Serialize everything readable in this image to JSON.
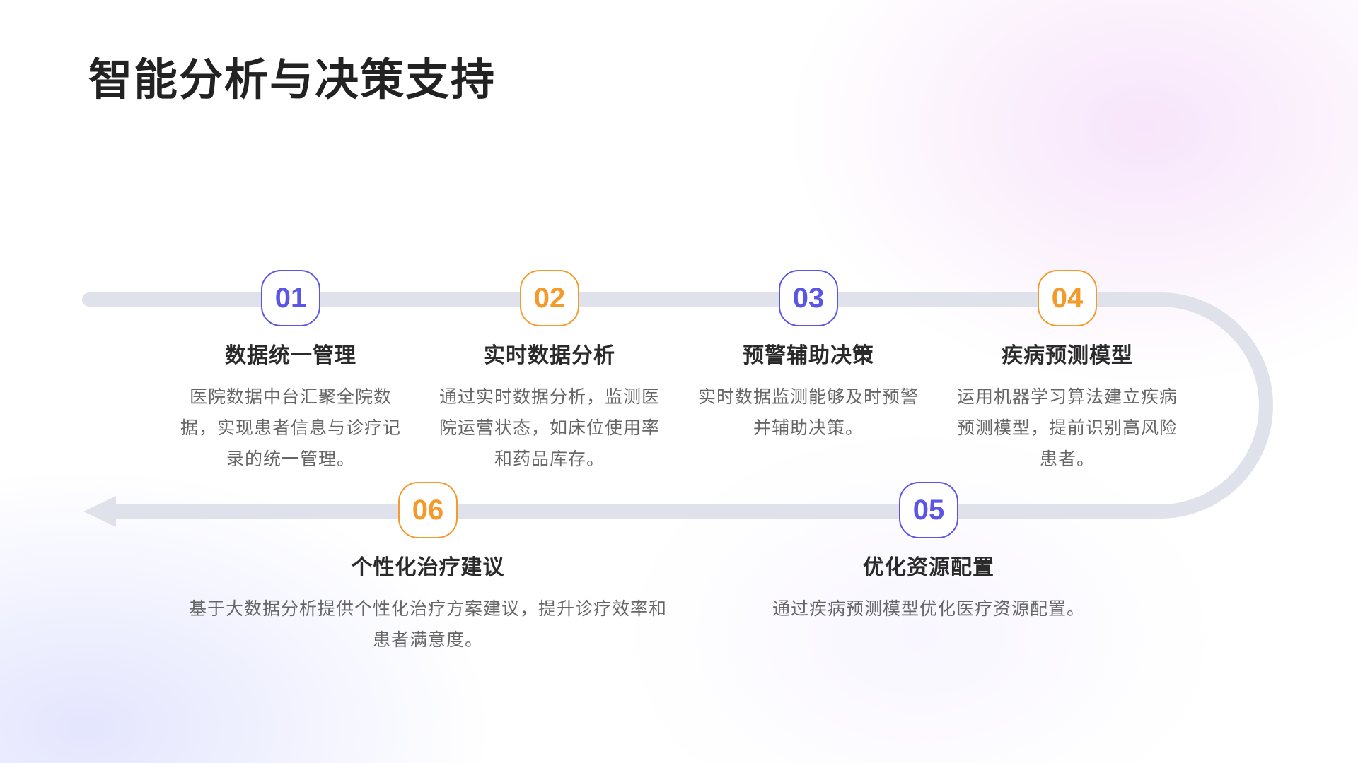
{
  "page": {
    "title": "智能分析与决策支持"
  },
  "colors": {
    "purple": "#5b55e6",
    "orange": "#f39a2a",
    "track": "#dfe2ea"
  },
  "steps": [
    {
      "number": "01",
      "title": "数据统一管理",
      "description": "医院数据中台汇聚全院数据，实现患者信息与诊疗记录的统一管理。",
      "accent": "purple"
    },
    {
      "number": "02",
      "title": "实时数据分析",
      "description": "通过实时数据分析，监测医院运营状态，如床位使用率和药品库存。",
      "accent": "orange"
    },
    {
      "number": "03",
      "title": "预警辅助决策",
      "description": "实时数据监测能够及时预警并辅助决策。",
      "accent": "purple"
    },
    {
      "number": "04",
      "title": "疾病预测模型",
      "description": "运用机器学习算法建立疾病预测模型，提前识别高风险患者。",
      "accent": "orange"
    },
    {
      "number": "05",
      "title": "优化资源配置",
      "description": "通过疾病预测模型优化医疗资源配置。",
      "accent": "purple"
    },
    {
      "number": "06",
      "title": "个性化治疗建议",
      "description": "基于大数据分析提供个性化治疗方案建议，提升诊疗效率和患者满意度。",
      "accent": "orange"
    }
  ]
}
